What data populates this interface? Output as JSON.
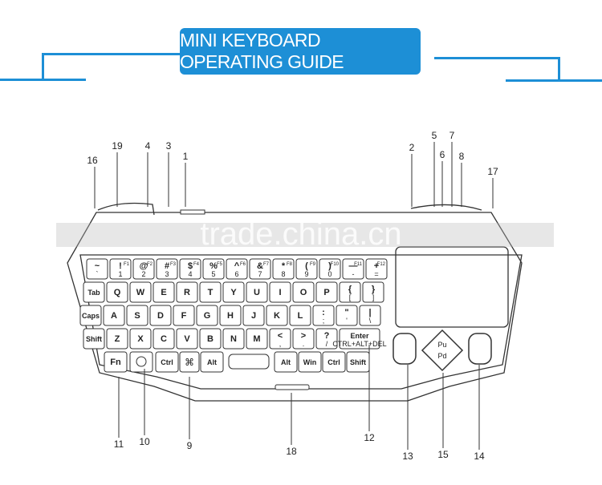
{
  "banner": {
    "title": "MINI KEYBOARD OPERATING GUIDE"
  },
  "colors": {
    "accent": "#1d8fd6",
    "outline": "#333333"
  },
  "watermark": "trade.china.cn",
  "callouts": [
    "1",
    "2",
    "3",
    "4",
    "5",
    "6",
    "7",
    "8",
    "9",
    "10",
    "11",
    "12",
    "13",
    "14",
    "15",
    "16",
    "17",
    "18",
    "19"
  ],
  "keys": {
    "row1_main": [
      "~",
      "!",
      "@",
      "#",
      "$",
      "%",
      "^",
      "&",
      "*",
      "(",
      ")",
      "—",
      "+"
    ],
    "row1_sub": [
      "`",
      "1",
      "2",
      "3",
      "4",
      "5",
      "6",
      "7",
      "8",
      "9",
      "0",
      "-",
      "="
    ],
    "row1_fn": [
      "F1",
      "F2",
      "F3",
      "F4",
      "F5",
      "F6",
      "F7",
      "F8",
      "F9",
      "F10",
      "F11",
      "F12"
    ],
    "row2": [
      "Tab",
      "Q",
      "W",
      "E",
      "R",
      "T",
      "Y",
      "U",
      "I",
      "O",
      "P",
      "{",
      "}"
    ],
    "row2_sub": [
      "[",
      "]"
    ],
    "row3": [
      "Caps",
      "A",
      "S",
      "D",
      "F",
      "G",
      "H",
      "J",
      "K",
      "L",
      ":",
      "\"",
      "|"
    ],
    "row3_sub": [
      ";",
      "'",
      "\\"
    ],
    "row4": [
      "Shift",
      "Z",
      "X",
      "C",
      "V",
      "B",
      "N",
      "M",
      "<",
      ">",
      "?",
      "Enter"
    ],
    "row4_sub": [
      ",",
      ".",
      "/"
    ],
    "enter_sub": "CTRL+ALT+DEL",
    "row5": [
      "Fn",
      "Ctrl",
      "Alt",
      "Alt",
      "Win",
      "Ctrl",
      "Shift"
    ],
    "dpad": {
      "top": "Pu",
      "bottom": "Pd"
    }
  }
}
